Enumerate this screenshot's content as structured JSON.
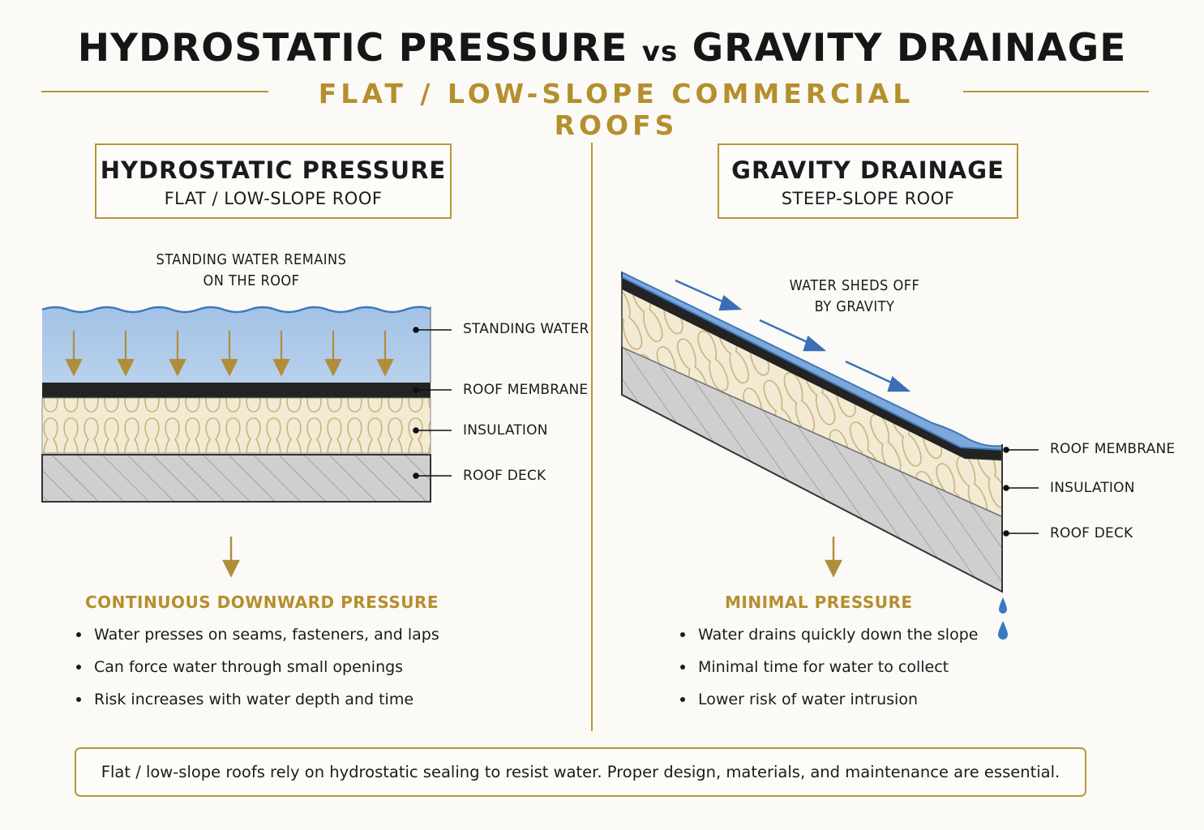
{
  "title": {
    "left": "HYDROSTATIC PRESSURE",
    "vs": "vs",
    "right": "GRAVITY DRAINAGE"
  },
  "subtitle": "FLAT / LOW-SLOPE COMMERCIAL ROOFS",
  "left_panel": {
    "heading": "HYDROSTATIC PRESSURE",
    "subheading": "FLAT / LOW-SLOPE ROOF",
    "caption_line1": "STANDING WATER REMAINS",
    "caption_line2": "ON THE ROOF",
    "labels": {
      "water": "STANDING WATER",
      "membrane": "ROOF MEMBRANE",
      "insulation": "INSULATION",
      "deck": "ROOF DECK"
    },
    "effect_heading": "CONTINUOUS DOWNWARD PRESSURE",
    "bullets": [
      "Water presses on seams, fasteners, and laps",
      "Can force water through small openings",
      "Risk increases with water depth and time"
    ]
  },
  "right_panel": {
    "heading": "GRAVITY DRAINAGE",
    "subheading": "STEEP-SLOPE ROOF",
    "caption_line1": "WATER SHEDS OFF",
    "caption_line2": "BY GRAVITY",
    "labels": {
      "membrane": "ROOF MEMBRANE",
      "insulation": "INSULATION",
      "deck": "ROOF DECK"
    },
    "effect_heading": "MINIMAL PRESSURE",
    "bullets": [
      "Water drains quickly down the slope",
      "Minimal time for water to collect",
      "Lower risk of water intrusion"
    ]
  },
  "footer": "Flat / low-slope roofs rely on hydrostatic sealing to resist water. Proper design, materials, and maintenance are essential.",
  "colors": {
    "gold": "#b89636",
    "water": "#a9c6e6",
    "water_line": "#3c78bd",
    "membrane": "#222222",
    "insulation": "#f2e8cf",
    "deck": "#c9c9c9",
    "arrow_blue": "#3a6fb5"
  }
}
